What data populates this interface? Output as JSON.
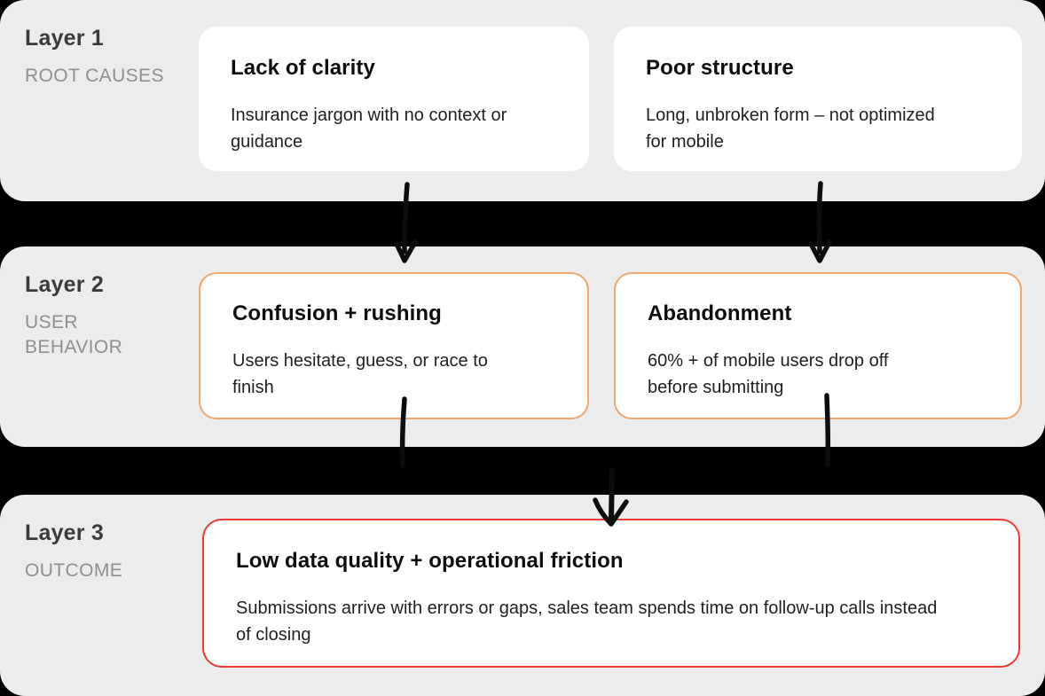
{
  "diagram": {
    "layers": [
      {
        "title": "Layer 1",
        "subtitle": "ROOT CAUSES",
        "cards": [
          {
            "heading": "Lack of clarity",
            "body": "Insurance jargon with no context or guidance"
          },
          {
            "heading": "Poor structure",
            "body": "Long, unbroken form – not optimized for mobile"
          }
        ]
      },
      {
        "title": "Layer 2",
        "subtitle": "USER BEHAVIOR",
        "cards": [
          {
            "heading": "Confusion + rushing",
            "body": "Users hesitate, guess, or race to finish"
          },
          {
            "heading": "Abandonment",
            "body": "60% + of mobile users drop off before submitting"
          }
        ]
      },
      {
        "title": "Layer 3",
        "subtitle": "OUTCOME",
        "cards": [
          {
            "heading": "Low data quality + operational friction",
            "body": "Submissions arrive with errors or gaps, sales team spends time on follow-up calls instead of closing"
          }
        ]
      }
    ]
  },
  "colors": {
    "page_bg": "#000000",
    "panel_bg": "#ececec",
    "card_bg": "#ffffff",
    "layer_title": "#3a3a3a",
    "layer_subtitle": "#8f8f8f",
    "card_heading": "#0d0d0d",
    "card_body": "#1f1f1f",
    "behavior_border": "#f0a76c",
    "outcome_border": "#ee3a34",
    "arrow": "#0d0d0d"
  }
}
